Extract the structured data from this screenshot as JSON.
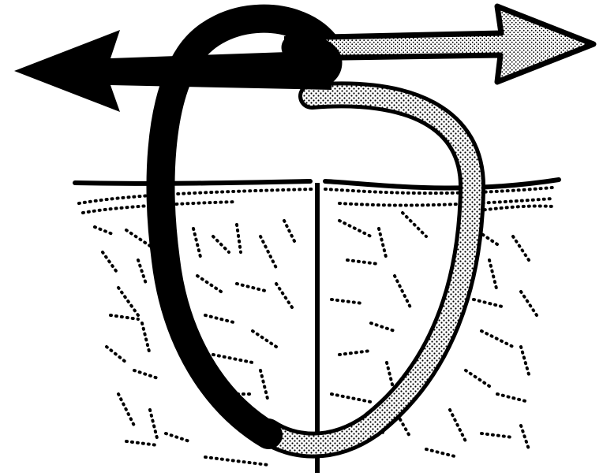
{
  "figure": {
    "colors": {
      "background": "#ffffff",
      "ink": "#000000",
      "stipple": "#000000"
    },
    "elements": [
      "left-pointing-solid-arrow",
      "right-pointing-stippled-arrow",
      "solid-black-suture-strand",
      "stippled-suture-strand",
      "skin-surface-line",
      "vertical-incision-line",
      "dermal-tissue-texture"
    ]
  }
}
